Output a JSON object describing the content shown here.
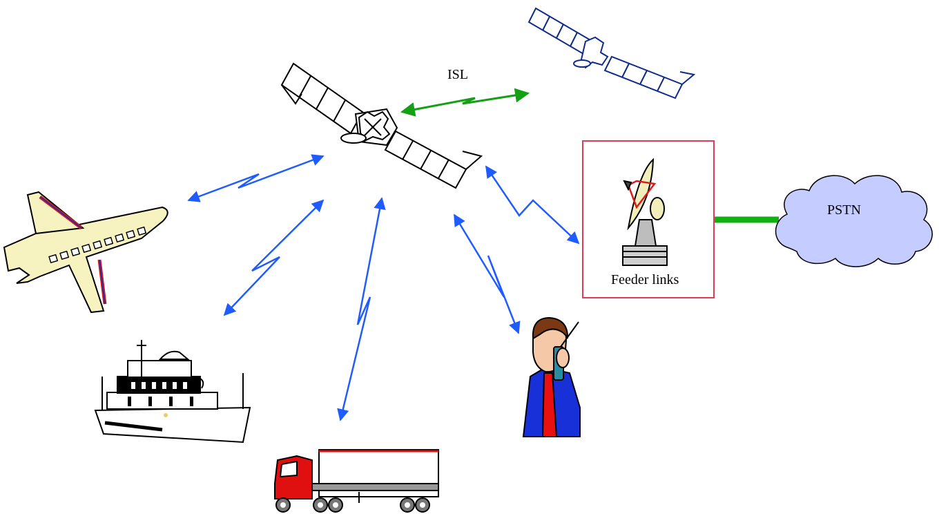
{
  "labels": {
    "isl": "ISL",
    "feeder": "Feeder links",
    "pstn": "PSTN"
  },
  "colors": {
    "mobile_links": "#1f5cff",
    "isl_link": "#14a014",
    "feeder_box_border": "#e03c5a",
    "pstn_cloud": "#c5ccff",
    "pstn_connector": "#12b012",
    "airplane_body": "#f7f3c0",
    "truck_cab": "#e01010"
  },
  "icons": [
    "satellite-main-icon",
    "satellite-secondary-icon",
    "airplane-icon",
    "ship-icon",
    "truck-icon",
    "person-with-handheld-phone-icon",
    "satellite-dish-ground-station-icon",
    "pstn-cloud-icon"
  ]
}
